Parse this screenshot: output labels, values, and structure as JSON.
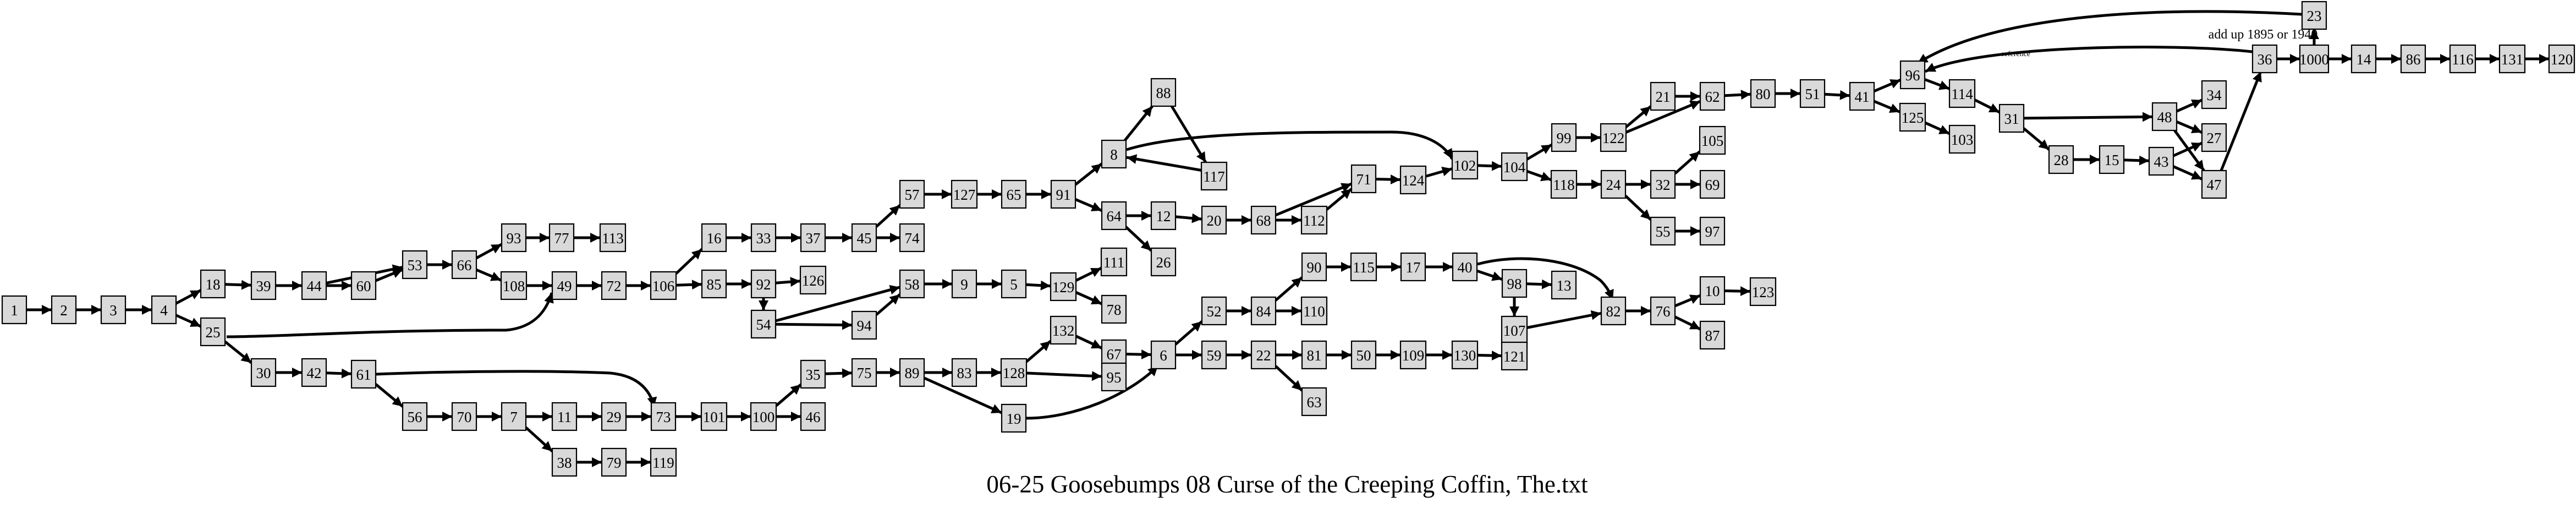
{
  "title": "06-25 Goosebumps 08 Curse of the Creeping Coffin, The.txt",
  "nodes": [
    "1",
    "2",
    "3",
    "4",
    "18",
    "25",
    "39",
    "44",
    "60",
    "53",
    "66",
    "93",
    "77",
    "113",
    "108",
    "49",
    "72",
    "106",
    "16",
    "33",
    "37",
    "45",
    "57",
    "127",
    "65",
    "91",
    "8",
    "88",
    "117",
    "102",
    "104",
    "99",
    "122",
    "21",
    "62",
    "80",
    "51",
    "41",
    "96",
    "114",
    "31",
    "48",
    "34",
    "27",
    "36",
    "1000",
    "14",
    "86",
    "116",
    "131",
    "120",
    "23",
    "125",
    "103",
    "28",
    "15",
    "43",
    "47",
    "118",
    "24",
    "32",
    "105",
    "69",
    "55",
    "97",
    "74",
    "64",
    "12",
    "20",
    "68",
    "71",
    "124",
    "112",
    "26",
    "85",
    "92",
    "126",
    "54",
    "94",
    "58",
    "9",
    "5",
    "129",
    "111",
    "78",
    "52",
    "84",
    "90",
    "115",
    "17",
    "40",
    "98",
    "13",
    "107",
    "82",
    "76",
    "10",
    "123",
    "87",
    "110",
    "30",
    "42",
    "61",
    "56",
    "70",
    "7",
    "11",
    "29",
    "73",
    "101",
    "100",
    "35",
    "75",
    "89",
    "83",
    "128",
    "132",
    "67",
    "6",
    "59",
    "22",
    "81",
    "50",
    "109",
    "130",
    "121",
    "63",
    "95",
    "19",
    "46",
    "38",
    "79",
    "119"
  ],
  "edges": [
    {
      "from": "1",
      "to": "2"
    },
    {
      "from": "2",
      "to": "3"
    },
    {
      "from": "3",
      "to": "4"
    },
    {
      "from": "4",
      "to": "18"
    },
    {
      "from": "4",
      "to": "25"
    },
    {
      "from": "18",
      "to": "39"
    },
    {
      "from": "39",
      "to": "44"
    },
    {
      "from": "44",
      "to": "60"
    },
    {
      "from": "44",
      "to": "53"
    },
    {
      "from": "60",
      "to": "53"
    },
    {
      "from": "53",
      "to": "66"
    },
    {
      "from": "66",
      "to": "93"
    },
    {
      "from": "66",
      "to": "108"
    },
    {
      "from": "93",
      "to": "77"
    },
    {
      "from": "77",
      "to": "113"
    },
    {
      "from": "108",
      "to": "49"
    },
    {
      "from": "25",
      "to": "49"
    },
    {
      "from": "49",
      "to": "72"
    },
    {
      "from": "72",
      "to": "106"
    },
    {
      "from": "106",
      "to": "16"
    },
    {
      "from": "106",
      "to": "85"
    },
    {
      "from": "16",
      "to": "33"
    },
    {
      "from": "33",
      "to": "37"
    },
    {
      "from": "37",
      "to": "45"
    },
    {
      "from": "45",
      "to": "57"
    },
    {
      "from": "45",
      "to": "74"
    },
    {
      "from": "57",
      "to": "127"
    },
    {
      "from": "127",
      "to": "65"
    },
    {
      "from": "65",
      "to": "91"
    },
    {
      "from": "91",
      "to": "8"
    },
    {
      "from": "91",
      "to": "64"
    },
    {
      "from": "8",
      "to": "88"
    },
    {
      "from": "88",
      "to": "117"
    },
    {
      "from": "117",
      "to": "8"
    },
    {
      "from": "8",
      "to": "102"
    },
    {
      "from": "102",
      "to": "104"
    },
    {
      "from": "104",
      "to": "99"
    },
    {
      "from": "104",
      "to": "118"
    },
    {
      "from": "99",
      "to": "122"
    },
    {
      "from": "122",
      "to": "21"
    },
    {
      "from": "122",
      "to": "62"
    },
    {
      "from": "21",
      "to": "62"
    },
    {
      "from": "62",
      "to": "80"
    },
    {
      "from": "80",
      "to": "51"
    },
    {
      "from": "51",
      "to": "41"
    },
    {
      "from": "41",
      "to": "96"
    },
    {
      "from": "41",
      "to": "125"
    },
    {
      "from": "125",
      "to": "103"
    },
    {
      "from": "96",
      "to": "114"
    },
    {
      "from": "114",
      "to": "31"
    },
    {
      "from": "31",
      "to": "48"
    },
    {
      "from": "31",
      "to": "28"
    },
    {
      "from": "48",
      "to": "34"
    },
    {
      "from": "48",
      "to": "27"
    },
    {
      "from": "48",
      "to": "47"
    },
    {
      "from": "28",
      "to": "15"
    },
    {
      "from": "15",
      "to": "43"
    },
    {
      "from": "43",
      "to": "27"
    },
    {
      "from": "43",
      "to": "47"
    },
    {
      "from": "47",
      "to": "36"
    },
    {
      "from": "36",
      "to": "96",
      "label": "reference"
    },
    {
      "from": "36",
      "to": "1000",
      "label": "add up 1895 or 1940"
    },
    {
      "from": "1000",
      "to": "23"
    },
    {
      "from": "23",
      "to": "96"
    },
    {
      "from": "1000",
      "to": "14"
    },
    {
      "from": "14",
      "to": "86"
    },
    {
      "from": "86",
      "to": "116"
    },
    {
      "from": "116",
      "to": "131"
    },
    {
      "from": "131",
      "to": "120"
    },
    {
      "from": "118",
      "to": "24"
    },
    {
      "from": "24",
      "to": "32"
    },
    {
      "from": "24",
      "to": "55"
    },
    {
      "from": "32",
      "to": "105"
    },
    {
      "from": "32",
      "to": "69"
    },
    {
      "from": "55",
      "to": "97"
    },
    {
      "from": "64",
      "to": "12"
    },
    {
      "from": "64",
      "to": "26"
    },
    {
      "from": "12",
      "to": "20"
    },
    {
      "from": "20",
      "to": "68"
    },
    {
      "from": "68",
      "to": "71"
    },
    {
      "from": "68",
      "to": "112"
    },
    {
      "from": "112",
      "to": "71"
    },
    {
      "from": "71",
      "to": "124"
    },
    {
      "from": "124",
      "to": "102"
    },
    {
      "from": "85",
      "to": "92"
    },
    {
      "from": "92",
      "to": "126"
    },
    {
      "from": "92",
      "to": "54"
    },
    {
      "from": "54",
      "to": "58"
    },
    {
      "from": "54",
      "to": "94"
    },
    {
      "from": "94",
      "to": "58"
    },
    {
      "from": "58",
      "to": "9"
    },
    {
      "from": "9",
      "to": "5"
    },
    {
      "from": "5",
      "to": "129"
    },
    {
      "from": "129",
      "to": "111"
    },
    {
      "from": "129",
      "to": "78"
    },
    {
      "from": "25",
      "to": "30"
    },
    {
      "from": "30",
      "to": "42"
    },
    {
      "from": "42",
      "to": "61"
    },
    {
      "from": "61",
      "to": "56"
    },
    {
      "from": "61",
      "to": "73"
    },
    {
      "from": "56",
      "to": "70"
    },
    {
      "from": "70",
      "to": "7"
    },
    {
      "from": "7",
      "to": "11"
    },
    {
      "from": "7",
      "to": "38"
    },
    {
      "from": "11",
      "to": "29"
    },
    {
      "from": "29",
      "to": "73"
    },
    {
      "from": "73",
      "to": "101"
    },
    {
      "from": "101",
      "to": "100"
    },
    {
      "from": "100",
      "to": "35"
    },
    {
      "from": "100",
      "to": "46"
    },
    {
      "from": "35",
      "to": "75"
    },
    {
      "from": "75",
      "to": "89"
    },
    {
      "from": "89",
      "to": "83"
    },
    {
      "from": "89",
      "to": "19"
    },
    {
      "from": "83",
      "to": "128"
    },
    {
      "from": "128",
      "to": "132"
    },
    {
      "from": "128",
      "to": "95"
    },
    {
      "from": "132",
      "to": "67"
    },
    {
      "from": "67",
      "to": "6"
    },
    {
      "from": "19",
      "to": "6"
    },
    {
      "from": "6",
      "to": "52"
    },
    {
      "from": "6",
      "to": "59"
    },
    {
      "from": "52",
      "to": "84"
    },
    {
      "from": "84",
      "to": "90"
    },
    {
      "from": "84",
      "to": "110"
    },
    {
      "from": "90",
      "to": "115"
    },
    {
      "from": "115",
      "to": "17"
    },
    {
      "from": "17",
      "to": "40"
    },
    {
      "from": "40",
      "to": "98"
    },
    {
      "from": "40",
      "to": "82"
    },
    {
      "from": "98",
      "to": "13"
    },
    {
      "from": "98",
      "to": "107"
    },
    {
      "from": "107",
      "to": "82"
    },
    {
      "from": "82",
      "to": "76"
    },
    {
      "from": "76",
      "to": "10"
    },
    {
      "from": "76",
      "to": "87"
    },
    {
      "from": "10",
      "to": "123"
    },
    {
      "from": "59",
      "to": "22"
    },
    {
      "from": "22",
      "to": "81"
    },
    {
      "from": "22",
      "to": "63"
    },
    {
      "from": "81",
      "to": "50"
    },
    {
      "from": "50",
      "to": "109"
    },
    {
      "from": "109",
      "to": "130"
    },
    {
      "from": "130",
      "to": "121"
    },
    {
      "from": "38",
      "to": "79"
    },
    {
      "from": "79",
      "to": "119"
    }
  ]
}
